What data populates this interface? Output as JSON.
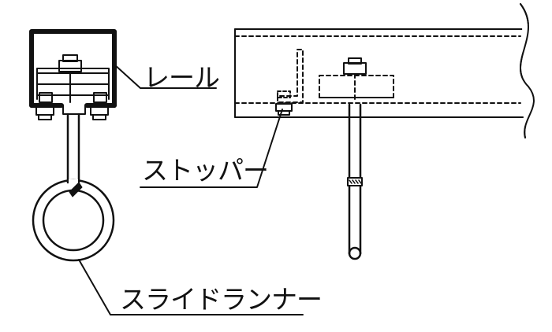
{
  "labels": {
    "rail": "レール",
    "stopper": "ストッパー",
    "slide_runner": "スライドランナー"
  },
  "colors": {
    "line": "#111111",
    "background": "#ffffff"
  }
}
